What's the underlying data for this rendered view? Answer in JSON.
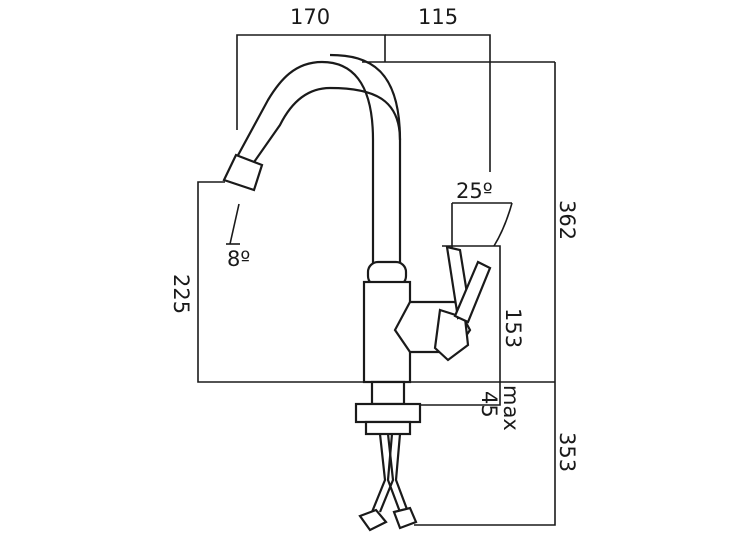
{
  "dimensions": {
    "width_spout_reach": "170",
    "width_tap_to_lever": "115",
    "height_total": "362",
    "spout_height": "225",
    "body_height": "153",
    "max_deck_thickness": "max\n45",
    "below_deck_length": "353",
    "lever_angle": "25º",
    "spout_angle": "8º"
  },
  "colors": {
    "line": "#1a1a1a",
    "background": "#ffffff"
  }
}
